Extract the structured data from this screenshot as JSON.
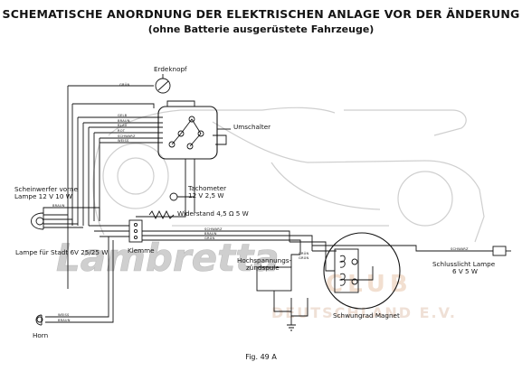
{
  "title": "SCHEMATISCHE ANORDNUNG DER ELEKTRISCHEN ANLAGE VOR DER ÄNDERUNG",
  "subtitle": "(ohne Batterie ausgerüstete Fahrzeuge)",
  "figure_label": "Fig. 49 A",
  "components": {
    "erdeknopf": "Erdeknopf",
    "umschalter": "Umschalter",
    "scheinwerfer_line1": "Scheinwerfer vorne",
    "scheinwerfer_line2": "Lampe 12 V  10 W",
    "stadtlampe": "Lampe für Stadt 6V  25/25 W",
    "tachometer_line1": "Tachometer",
    "tachometer_line2": "12 V  2,5 W",
    "widerstand": "Widerstand  4,5 Ω  5 W",
    "klemme": "Klemme",
    "hochspannungs_line1": "Hochspannungs-",
    "hochspannungs_line2": "zündspule",
    "schwungrad": "Schwungrad Magnet",
    "schlusslicht_line1": "Schlusslicht Lampe",
    "schlusslicht_line2": "6 V  5 W",
    "horn": "Horn"
  },
  "wire_labels": {
    "gruen_top": "GRÜN",
    "gelb": "GELB",
    "braun_sw": "BRAUN",
    "blau": "BLAU",
    "rot": "ROT",
    "schwarz_sw": "SCHWARZ",
    "weiss_sw": "WEISS",
    "braun_lamp": "BRAUN",
    "schwarz_bus": "SCHWARZ",
    "braun_bus": "BRAUN",
    "gruen_bus": "GRÜN",
    "gruen_coil": "GRÜN",
    "gruen_coil2": "GRÜN",
    "schwarz_tail": "SCHWARZ",
    "weiss_horn": "WEISS",
    "braun_horn": "BRAUN"
  },
  "watermark": {
    "brand": "Lambretta",
    "club": "CLUB",
    "country": "DEUTSCHLAND E.V."
  },
  "colors": {
    "ink": "#141414",
    "watermark": "#c9c9c9",
    "watermark_orange": "#efd9c8"
  }
}
